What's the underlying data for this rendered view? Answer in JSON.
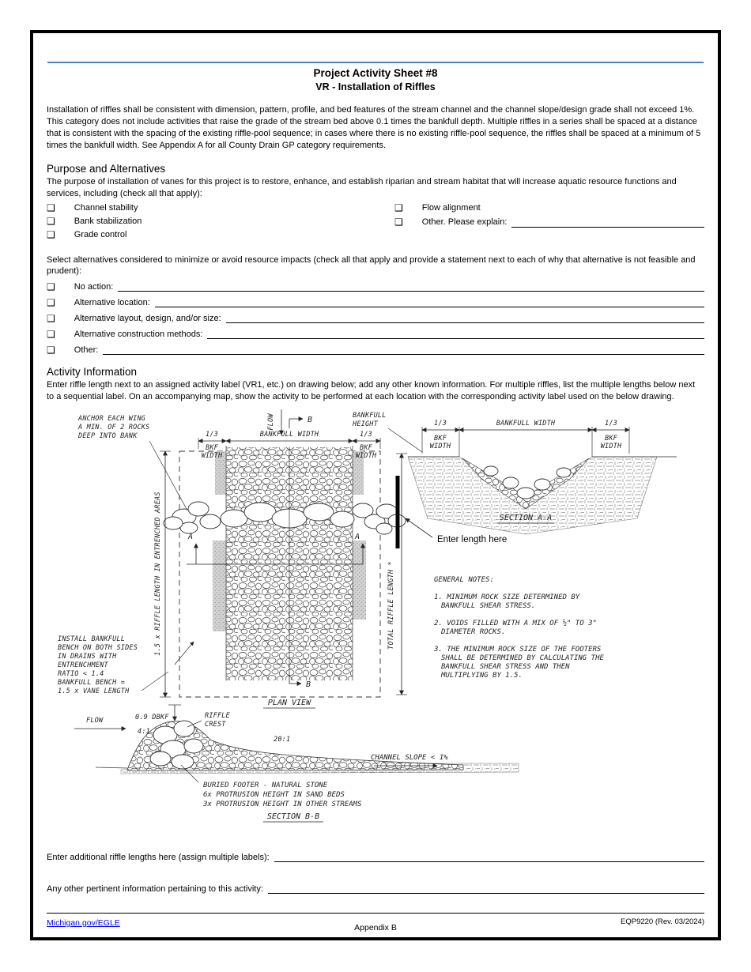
{
  "glyphs": {
    "checkbox": "❑"
  },
  "colors": {
    "rule_blue": "#4f81bd",
    "link_blue": "#0000EE"
  },
  "page": {
    "title1": "Project Activity Sheet #8",
    "title2": "VR - Installation of Riffles",
    "intro": "Installation of riffles shall be consistent with dimension, pattern, profile, and bed features of the stream channel and the channel slope/design grade shall not exceed 1%.  This category does not include activities that raise the grade of the stream bed above 0.1 times the bankfull depth.  Multiple riffles in a series shall be spaced at a distance that is consistent with the spacing of the existing riffle-pool sequence; in cases where there is no existing riffle-pool sequence, the riffles shall be spaced at a minimum of 5 times the bankfull width.  See Appendix A for all County Drain GP category requirements."
  },
  "purpose": {
    "heading": "Purpose and Alternatives",
    "intro": "The purpose of installation of vanes for this project is to restore, enhance, and establish riparian and stream habitat that will increase aquatic resource functions and services, including (check all that apply):",
    "left_options": [
      "Channel stability",
      "Bank stabilization",
      "Grade control"
    ],
    "right_options": [
      "Flow alignment",
      "Other.  Please explain:"
    ]
  },
  "alternatives": {
    "intro": "Select alternatives considered to minimize or avoid resource impacts (check all that apply and provide a statement next to each of why that alternative is not feasible and prudent):",
    "items": [
      "No action:",
      "Alternative location:",
      "Alternative layout, design, and/or size:",
      "Alternative construction methods:",
      "Other:"
    ]
  },
  "activity": {
    "heading": "Activity Information",
    "intro": "Enter riffle length next to an assigned activity label (VR1, etc.) on drawing below; add any other known information.  For multiple riffles, list the multiple lengths below next to a sequential label.  On an accompanying map, show the activity to be performed at each location with the corresponding activity label used on the below drawing."
  },
  "drawing": {
    "anchor_note": [
      "ANCHOR EACH WING",
      "A MIN. OF 2 ROCKS",
      "DEEP INTO BANK"
    ],
    "flow": "FLOW",
    "b": "B",
    "a": "A",
    "third": "1/3",
    "bkf": "BKF",
    "width_word": "WIDTH",
    "bankfull_width": "BANKFULL WIDTH",
    "bankfull_height": [
      "BANKFULL",
      "HEIGHT"
    ],
    "left_dim": "1.5 x RIFFLE LENGTH IN ENTRENCHED AREAS",
    "total_riffle": "TOTAL RIFFLE LENGTH *",
    "plan_view": "PLAN VIEW",
    "section_aa": "SECTION A-A",
    "enter_length": "Enter length here",
    "install_note": [
      "INSTALL BANKFULL",
      "BENCH ON BOTH SIDES",
      "IN DRAINS WITH",
      "ENTRENCHMENT",
      "RATIO < 1.4",
      "BANKFULL BENCH =",
      "1.5 x VANE LENGTH"
    ],
    "notes_heading": "GENERAL NOTES:",
    "note1": [
      "1. MINIMUM ROCK SIZE DETERMINED BY",
      "BANKFULL SHEAR STRESS."
    ],
    "note2": [
      "2. VOIDS FILLED WITH A MIX OF ½\" TO 3\"",
      "DIAMETER ROCKS."
    ],
    "note3": [
      "3. THE MINIMUM ROCK SIZE OF THE FOOTERS",
      "SHALL BE DETERMINED BY CALCULATING THE",
      "BANKFULL SHEAR STRESS AND THEN",
      "MULTIPLYING BY 1.5."
    ],
    "dbkf": "0.9 DBKF",
    "slope41": "4:1",
    "riffle_crest": [
      "RIFFLE",
      "CREST"
    ],
    "slope201": "20:1",
    "channel_slope": "CHANNEL SLOPE < 1%",
    "footer_note": [
      "BURIED FOOTER - NATURAL STONE",
      "6x PROTRUSION HEIGHT IN SAND BEDS",
      "3x PROTRUSION HEIGHT IN OTHER STREAMS"
    ],
    "section_bb": "SECTION B-B"
  },
  "bottom": {
    "additional_label": "Enter additional riffle lengths here (assign multiple labels):",
    "other_info_label": "Any other pertinent information pertaining to this activity:"
  },
  "footer": {
    "link": "Michigan.gov/EGLE",
    "center": "Appendix B",
    "right": "EQP9220 (Rev. 03/2024)"
  }
}
